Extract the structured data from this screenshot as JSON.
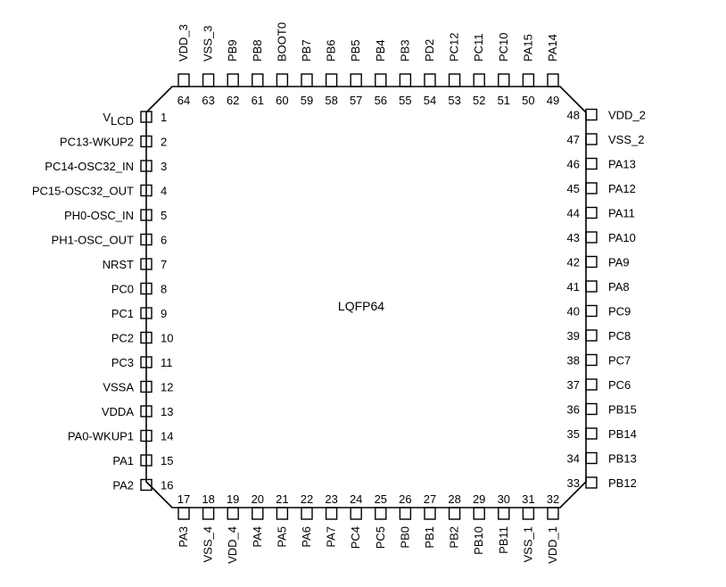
{
  "package_label": "LQFP64",
  "colors": {
    "stroke": "#000000",
    "text": "#000000",
    "background": "#ffffff"
  },
  "left_pins": [
    {
      "num": "1",
      "name": "V",
      "sub": "LCD"
    },
    {
      "num": "2",
      "name": "PC13-WKUP2"
    },
    {
      "num": "3",
      "name": "PC14-OSC32_IN"
    },
    {
      "num": "4",
      "name": "PC15-OSC32_OUT"
    },
    {
      "num": "5",
      "name": "PH0-OSC_IN"
    },
    {
      "num": "6",
      "name": "PH1-OSC_OUT"
    },
    {
      "num": "7",
      "name": "NRST"
    },
    {
      "num": "8",
      "name": "PC0"
    },
    {
      "num": "9",
      "name": "PC1"
    },
    {
      "num": "10",
      "name": "PC2"
    },
    {
      "num": "11",
      "name": "PC3"
    },
    {
      "num": "12",
      "name": "VSSA"
    },
    {
      "num": "13",
      "name": "VDDA"
    },
    {
      "num": "14",
      "name": "PA0-WKUP1"
    },
    {
      "num": "15",
      "name": "PA1"
    },
    {
      "num": "16",
      "name": "PA2"
    }
  ],
  "bottom_pins": [
    {
      "num": "17",
      "name": "PA3"
    },
    {
      "num": "18",
      "name": "VSS_4"
    },
    {
      "num": "19",
      "name": "VDD_4"
    },
    {
      "num": "20",
      "name": "PA4"
    },
    {
      "num": "21",
      "name": "PA5"
    },
    {
      "num": "22",
      "name": "PA6"
    },
    {
      "num": "23",
      "name": "PA7"
    },
    {
      "num": "24",
      "name": "PC4"
    },
    {
      "num": "25",
      "name": "PC5"
    },
    {
      "num": "26",
      "name": "PB0"
    },
    {
      "num": "27",
      "name": "PB1"
    },
    {
      "num": "28",
      "name": "PB2"
    },
    {
      "num": "29",
      "name": "PB10"
    },
    {
      "num": "30",
      "name": "PB11"
    },
    {
      "num": "31",
      "name": "VSS_1"
    },
    {
      "num": "32",
      "name": "VDD_1"
    }
  ],
  "right_pins": [
    {
      "num": "33",
      "name": "PB12"
    },
    {
      "num": "34",
      "name": "PB13"
    },
    {
      "num": "35",
      "name": "PB14"
    },
    {
      "num": "36",
      "name": "PB15"
    },
    {
      "num": "37",
      "name": "PC6"
    },
    {
      "num": "38",
      "name": "PC7"
    },
    {
      "num": "39",
      "name": "PC8"
    },
    {
      "num": "40",
      "name": "PC9"
    },
    {
      "num": "41",
      "name": "PA8"
    },
    {
      "num": "42",
      "name": "PA9"
    },
    {
      "num": "43",
      "name": "PA10"
    },
    {
      "num": "44",
      "name": "PA11"
    },
    {
      "num": "45",
      "name": "PA12"
    },
    {
      "num": "46",
      "name": "PA13"
    },
    {
      "num": "47",
      "name": "VSS_2"
    },
    {
      "num": "48",
      "name": "VDD_2"
    }
  ],
  "top_pins": [
    {
      "num": "49",
      "name": "PA14"
    },
    {
      "num": "50",
      "name": "PA15"
    },
    {
      "num": "51",
      "name": "PC10"
    },
    {
      "num": "52",
      "name": "PC11"
    },
    {
      "num": "53",
      "name": "PC12"
    },
    {
      "num": "54",
      "name": "PD2"
    },
    {
      "num": "55",
      "name": "PB3"
    },
    {
      "num": "56",
      "name": "PB4"
    },
    {
      "num": "57",
      "name": "PB5"
    },
    {
      "num": "58",
      "name": "PB6"
    },
    {
      "num": "59",
      "name": "PB7"
    },
    {
      "num": "60",
      "name": "BOOT0"
    },
    {
      "num": "61",
      "name": "PB8"
    },
    {
      "num": "62",
      "name": "PB9"
    },
    {
      "num": "63",
      "name": "VSS_3"
    },
    {
      "num": "64",
      "name": "VDD_3"
    }
  ]
}
